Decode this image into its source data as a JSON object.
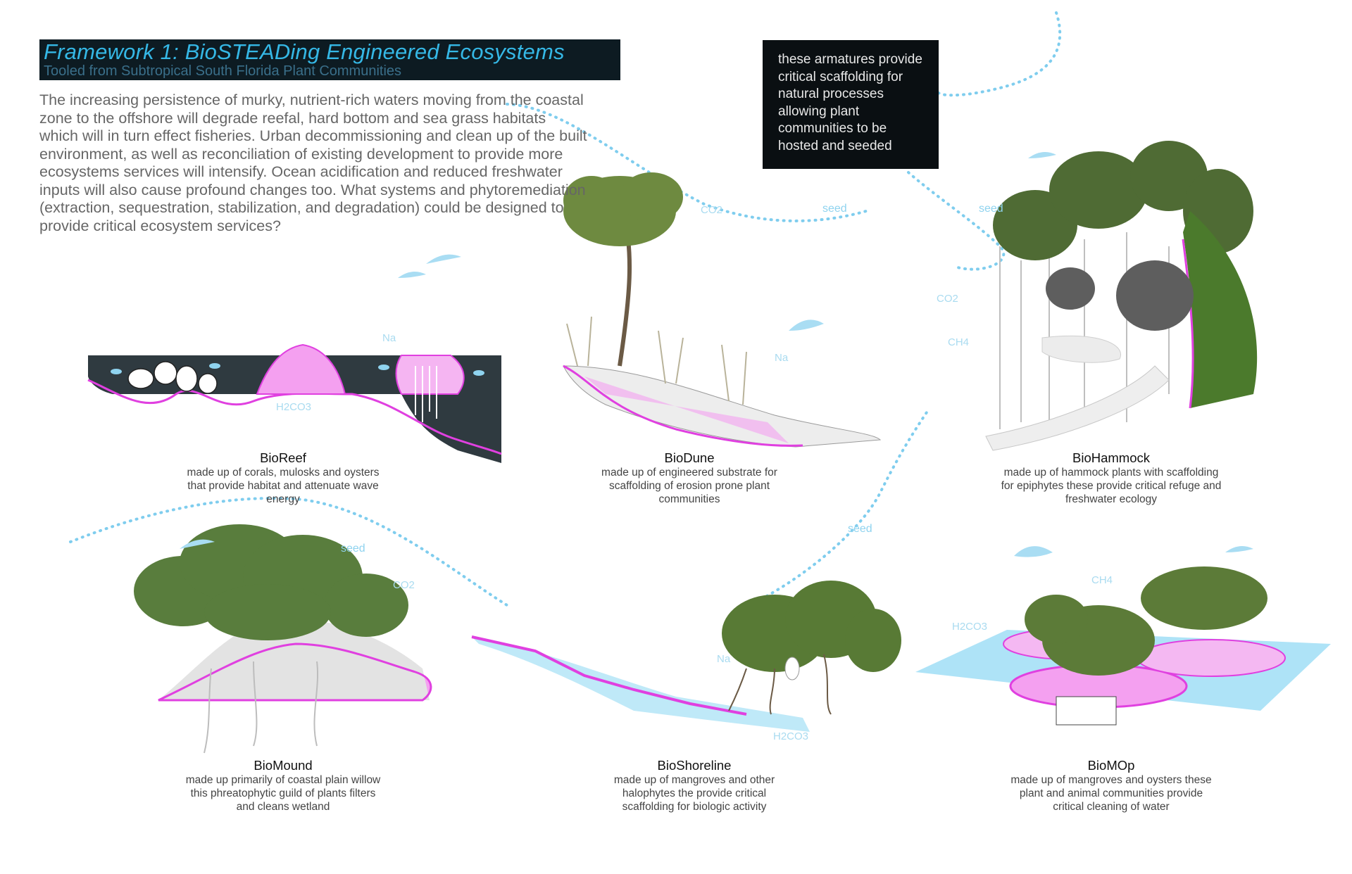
{
  "header": {
    "title": "Framework 1: BioSTEADing Engineered Ecosystems",
    "subtitle": "Tooled from Subtropical South Florida Plant Communities"
  },
  "intro": "The increasing persistence of murky, nutrient-rich waters moving from the coastal zone to the offshore will degrade reefal, hard bottom and sea grass habitats which will in turn effect fisheries. Urban decommissioning and clean up of the built environment, as well as reconciliation of existing development to provide more ecosystems services will intensify. Ocean acidification and reduced freshwater inputs will also cause profound changes too. What systems and phytoremediation (extraction, sequestration, stabilization, and degradation) could be designed to provide critical ecosystem services?",
  "callout": "these armatures provide critical scaffolding for natural processes allowing plant communities to be hosted and seeded",
  "labels": {
    "seed_1": "seed",
    "seed_2": "seed",
    "seed_3": "seed",
    "seed_4": "seed",
    "co2_dune": "CO2",
    "co2_hammock": "CO2",
    "co2_mound": "CO2",
    "ch4_hammock": "CH4",
    "ch4_mop": "CH4",
    "na_reef": "Na",
    "na_dune": "Na",
    "na_shore": "Na",
    "h2co3_reef": "H2CO3",
    "h2co3_shore": "H2CO3",
    "h2co3_mop": "H2CO3"
  },
  "ecosystems": [
    {
      "name": "BioReef",
      "description": "made up of corals, mulosks and oysters that provide habitat and attenuate wave energy"
    },
    {
      "name": "BioDune",
      "description": "made up of engineered substrate for scaffolding of erosion prone plant communities"
    },
    {
      "name": "BioHammock",
      "description": "made up of hammock plants with scaffolding for epiphytes these provide critical refuge and freshwater ecology"
    },
    {
      "name": "BioMound",
      "description": "made up primarily of coastal plain willow this phreatophytic guild of plants filters and cleans wetland"
    },
    {
      "name": "BioShoreline",
      "description": "made up of mangroves and other halophytes the provide critical scaffolding for biologic activity"
    },
    {
      "name": "BioMOp",
      "description": "made up of mangroves and oysters these plant and animal communities provide critical cleaning of water"
    }
  ],
  "colors": {
    "header_bg": "#0d1b22",
    "title": "#35b8e6",
    "magenta": "#e040e0",
    "water": "#aee3f7",
    "reef_bg": "#2f3a40",
    "foliage": "#5f7a3a",
    "seed_line": "#7fcdee"
  }
}
